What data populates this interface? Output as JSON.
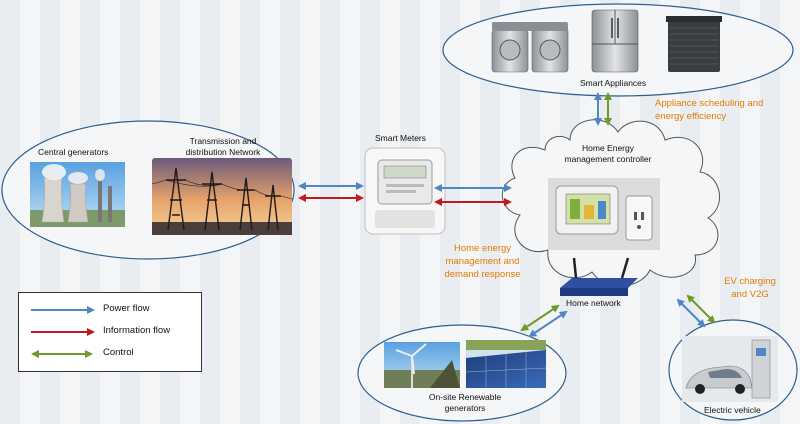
{
  "labels": {
    "central_generators": "Central generators",
    "transmission": "Transmission and distribution Network",
    "smart_meters": "Smart Meters",
    "smart_appliances": "Smart Appliances",
    "hem_controller": "Home Energy management controller",
    "home_network": "Home network",
    "renewables": "On-site Renewable generators",
    "electric_vehicle": "Electric vehicle"
  },
  "annotations": {
    "appliance_scheduling": "Appliance scheduling and energy efficiency",
    "home_energy_mgmt": "Home energy management and demand response",
    "ev_charging": "EV charging and V2G"
  },
  "legend": {
    "power_flow": "Power flow",
    "information_flow": "Information flow",
    "control": "Control"
  },
  "colors": {
    "power_flow": "#4f86c6",
    "information_flow": "#c0191f",
    "control": "#6f9a2a",
    "annotation": "#e07b00",
    "outline": "#2f5f8f"
  }
}
